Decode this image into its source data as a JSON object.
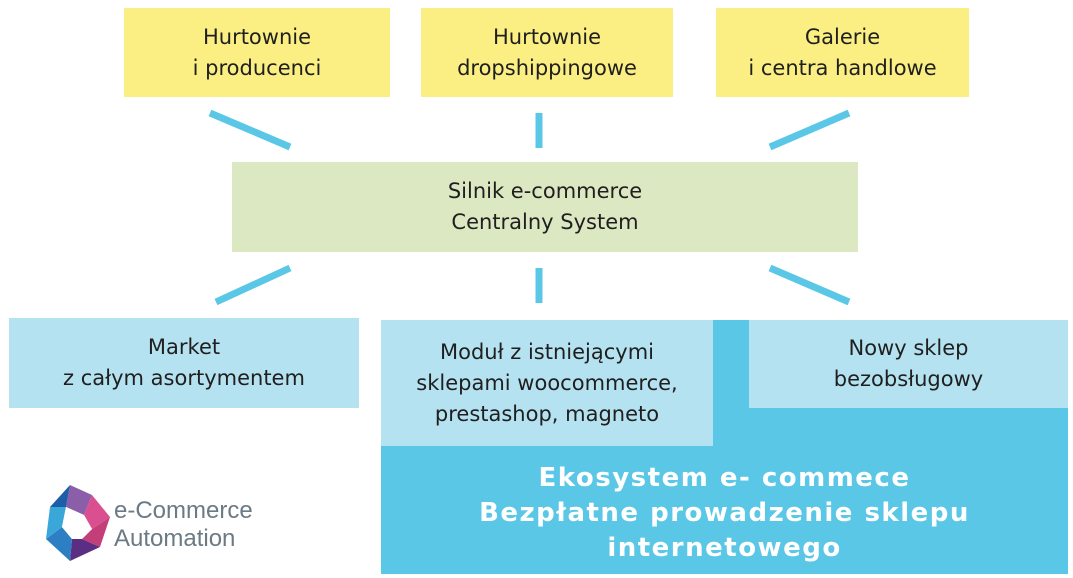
{
  "top_boxes": [
    {
      "line1": "Hurtownie",
      "line2": "i producenci"
    },
    {
      "line1": "Hurtownie",
      "line2": "dropshippingowe"
    },
    {
      "line1": "Galerie",
      "line2": "i centra handlowe"
    }
  ],
  "center_box": {
    "line1": "Silnik e-commerce",
    "line2": "Centralny System"
  },
  "bottom_boxes": {
    "market": {
      "line1": "Market",
      "line2": "z całym asortymentem"
    },
    "module": {
      "line1": "Moduł z istniejącymi",
      "line2": "sklepami woocommerce,",
      "line3": "prestashop, magneto"
    },
    "new_shop": {
      "line1": "Nowy sklep",
      "line2": "bezobsługowy"
    }
  },
  "ecosystem": {
    "line1": "Ekosystem e- commece",
    "line2": "Bezpłatne prowadzenie sklepu",
    "line3": "internetowego"
  },
  "logo": {
    "line1": "e-Commerce",
    "line2": "Automation"
  },
  "colors": {
    "yellow": "#fbef83",
    "green": "#dce8c1",
    "light_blue": "#b5e2f0",
    "ecosystem_blue": "#5bc7e6",
    "connector_blue": "#5bc7e6"
  }
}
